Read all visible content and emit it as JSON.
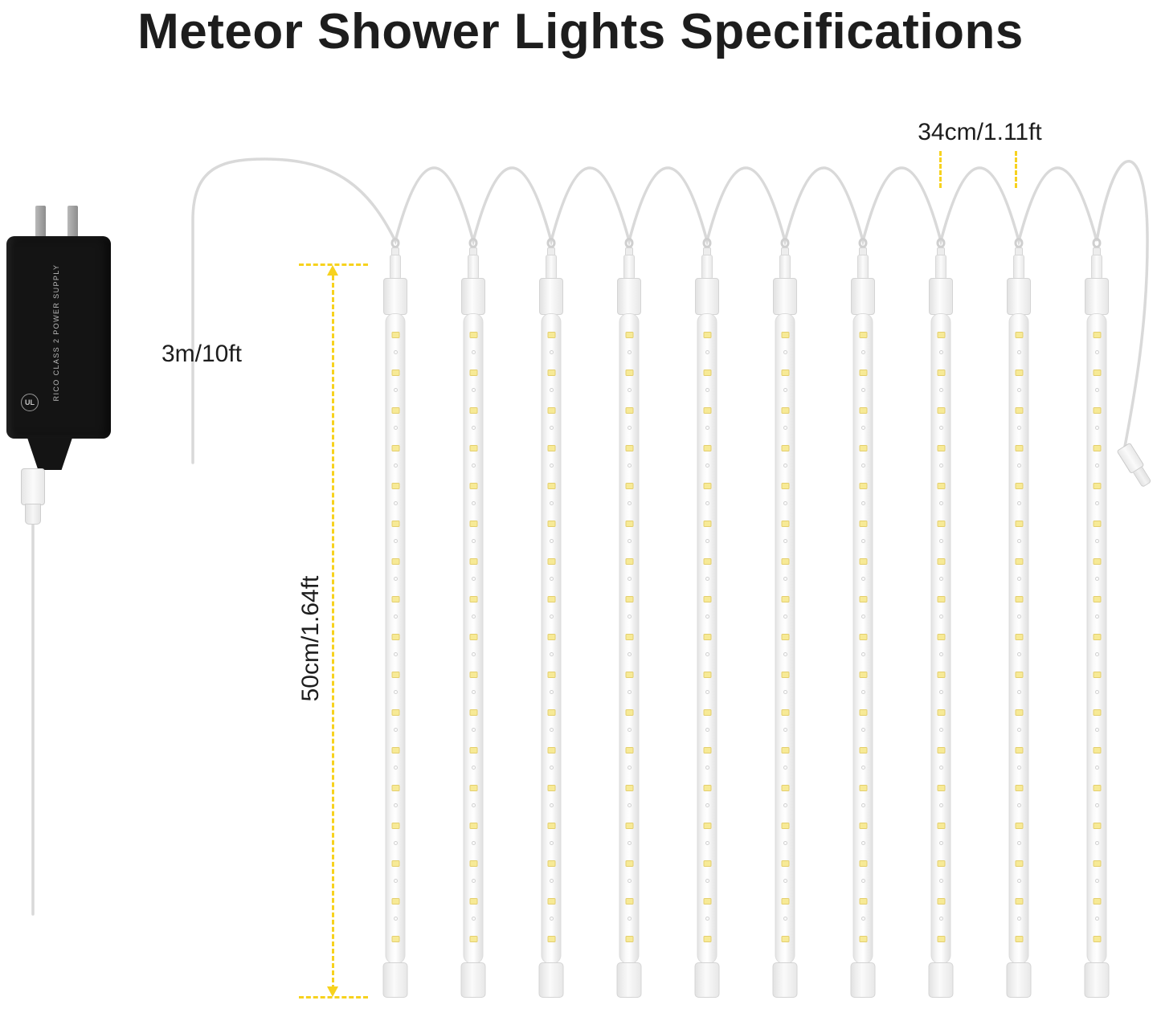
{
  "title": "Meteor Shower Lights Specifications",
  "annotations": {
    "cable_length": "3m/10ft",
    "tube_spacing": "34cm/1.11ft",
    "tube_length": "50cm/1.64ft"
  },
  "adapter": {
    "side_text": "RICO CLASS 2 POWER SUPPLY",
    "ul_text": "UL"
  },
  "lights": {
    "tube_count": 10,
    "leds_per_tube": 17
  },
  "colors": {
    "dash": "#F7D21E",
    "wire": "#D9D9D9",
    "led": "#F7EA96",
    "led-border": "#E4CF6E",
    "ink": "#1D1D1D",
    "adapter": "#141414"
  }
}
